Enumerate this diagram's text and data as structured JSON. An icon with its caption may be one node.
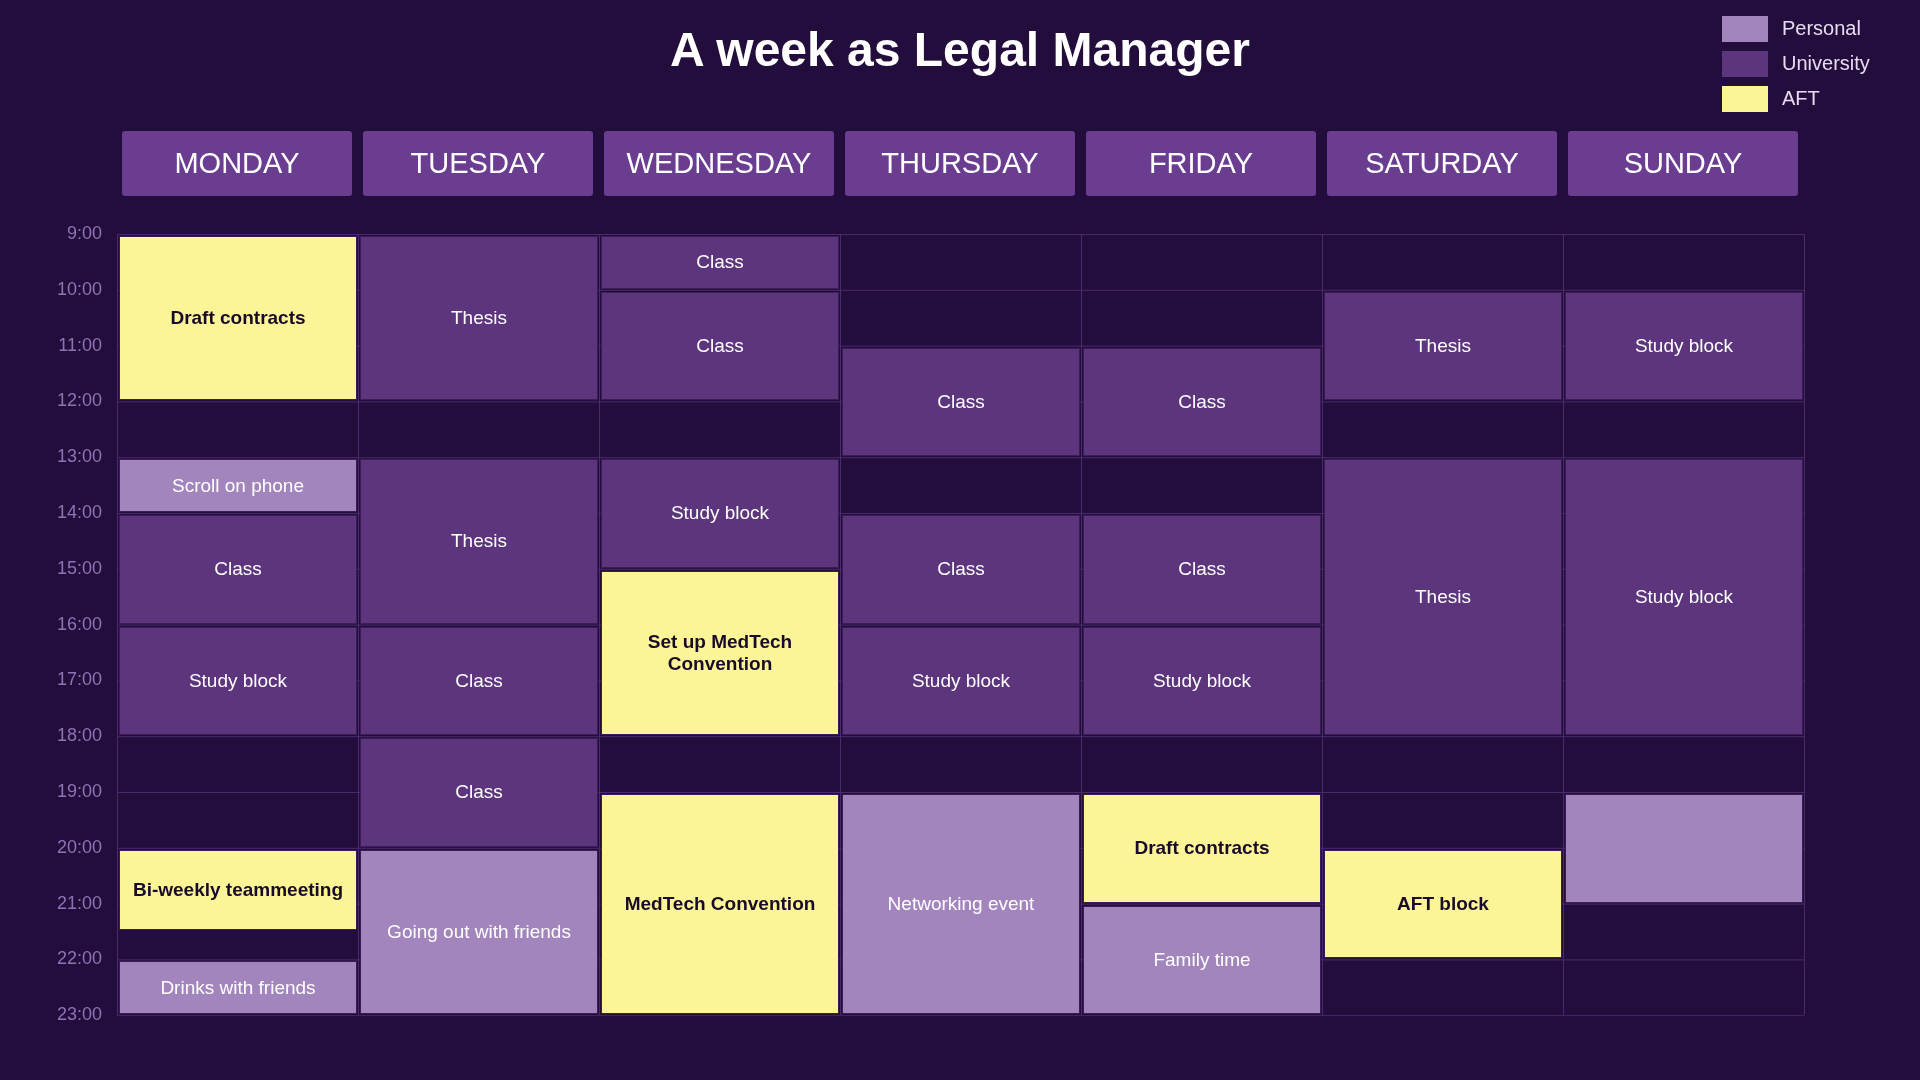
{
  "diagram": {
    "title": "A week as Legal Manager",
    "nodes": [
      {
        "text": [
          "MONDAY"
        ]
      },
      {
        "text": [
          "TUESDAY"
        ]
      },
      {
        "text": [
          "WEDNESDAY"
        ]
      },
      {
        "text": [
          "THURSDAY"
        ]
      },
      {
        "text": [
          "FRIDAY"
        ]
      },
      {
        "text": [
          "SATURDAY"
        ]
      },
      {
        "text": [
          "SUNDAY"
        ]
      },
      {
        "text": [
          "Draft contracts"
        ]
      },
      {
        "text": [
          "Scroll on phone"
        ]
      },
      {
        "text": [
          "Class"
        ]
      },
      {
        "text": [
          "Study block"
        ]
      },
      {
        "text": [
          "Bi-weekly teammeeting"
        ]
      },
      {
        "text": [
          "Drinks with friends"
        ]
      },
      {
        "text": [
          "Thesis"
        ]
      },
      {
        "text": [
          "Thesis"
        ]
      },
      {
        "text": [
          "Class"
        ]
      },
      {
        "text": [
          "Class"
        ]
      },
      {
        "text": [
          "Going out with friends"
        ]
      },
      {
        "text": [
          "Class"
        ]
      },
      {
        "text": [
          "Class"
        ]
      },
      {
        "text": [
          "Study block"
        ]
      },
      {
        "text": [
          "Set up MedTech Convention"
        ]
      },
      {
        "text": [
          "MedTech Convention"
        ]
      },
      {
        "text": [
          "Class"
        ]
      },
      {
        "text": [
          "Class"
        ]
      },
      {
        "text": [
          "Study block"
        ]
      },
      {
        "text": [
          "Networking event"
        ]
      },
      {
        "text": [
          "Class"
        ]
      },
      {
        "text": [
          "Class"
        ]
      },
      {
        "text": [
          "Study block"
        ]
      },
      {
        "text": [
          "Draft contracts"
        ]
      },
      {
        "text": [
          "Family time"
        ]
      },
      {
        "text": [
          "Thesis"
        ]
      },
      {
        "text": [
          "Thesis"
        ]
      },
      {
        "text": [
          "AFT block"
        ]
      },
      {
        "text": [
          "Study block"
        ]
      },
      {
        "text": [
          "Study block"
        ]
      },
      {
        "text": [],
        "shape": "box"
      }
    ],
    "labels": [
      "9:00",
      "10:00",
      "11:00",
      "12:00",
      "13:00",
      "14:00",
      "15:00",
      "16:00",
      "17:00",
      "18:00",
      "19:00",
      "20:00",
      "21:00",
      "22:00",
      "23:00"
    ],
    "legend": [
      {
        "text": "Personal",
        "color": "#a385bd"
      },
      {
        "text": "University",
        "color": "#5c357d"
      },
      {
        "text": "AFT",
        "color": "#fbf597"
      }
    ]
  }
}
